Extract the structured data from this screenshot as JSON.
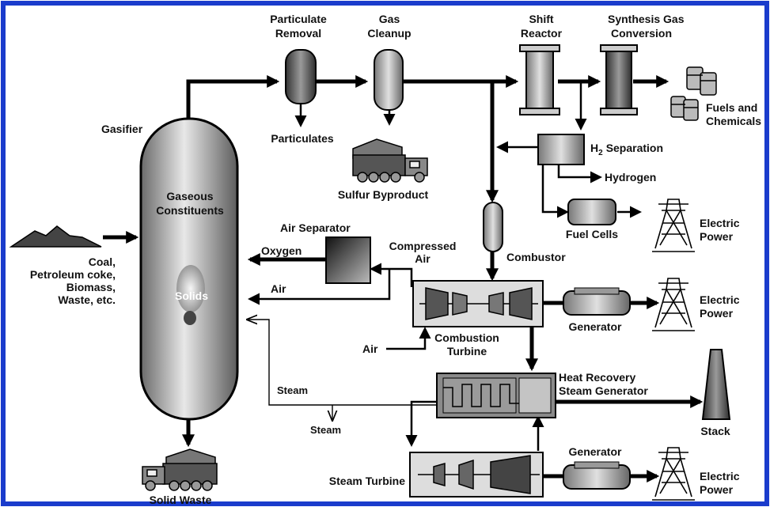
{
  "diagram": {
    "labels": {
      "particulate_removal": [
        "Particulate",
        "Removal"
      ],
      "gas_cleanup": [
        "Gas",
        "Cleanup"
      ],
      "shift_reactor": [
        "Shift",
        "Reactor"
      ],
      "synthesis_gas_conversion": [
        "Synthesis Gas",
        "Conversion"
      ],
      "fuels_and_chemicals": [
        "Fuels and",
        "Chemicals"
      ],
      "gasifier": "Gasifier",
      "particulates": "Particulates",
      "sulfur_byproduct": "Sulfur Byproduct",
      "h2_separation": "Separation",
      "h2_prefix": "H",
      "h2_sub": "2",
      "hydrogen": "Hydrogen",
      "gaseous_constituents": [
        "Gaseous",
        "Constituents"
      ],
      "solids": "Solids",
      "feedstock": [
        "Coal,",
        "Petroleum coke,",
        "Biomass,",
        "Waste, etc."
      ],
      "air_separator": "Air Separator",
      "oxygen": "Oxygen",
      "compressed_air": [
        "Compressed",
        "Air"
      ],
      "air_to_gasifier": "Air",
      "combustor": "Combustor",
      "fuel_cells": "Fuel Cells",
      "electric_power_1": [
        "Electric",
        "Power"
      ],
      "electric_power_2": [
        "Electric",
        "Power"
      ],
      "electric_power_3": [
        "Electric",
        "Power"
      ],
      "generator_1": "Generator",
      "generator_2": "Generator",
      "combustion_turbine": [
        "Combustion",
        "Turbine"
      ],
      "air_intake": "Air",
      "heat_recovery": [
        "Heat Recovery",
        "Steam Generator"
      ],
      "stack": "Stack",
      "steam_return": "Steam",
      "steam_out": "Steam",
      "steam_turbine": "Steam Turbine",
      "solid_waste": "Solid Waste"
    },
    "colors": {
      "frame": "#1a3ccc",
      "line": "#000000",
      "equipment_dark": "#555555",
      "equipment_mid": "#8c8c8c",
      "equipment_light": "#cfcfcf",
      "vessel_fill": "#bfbfbf"
    }
  }
}
